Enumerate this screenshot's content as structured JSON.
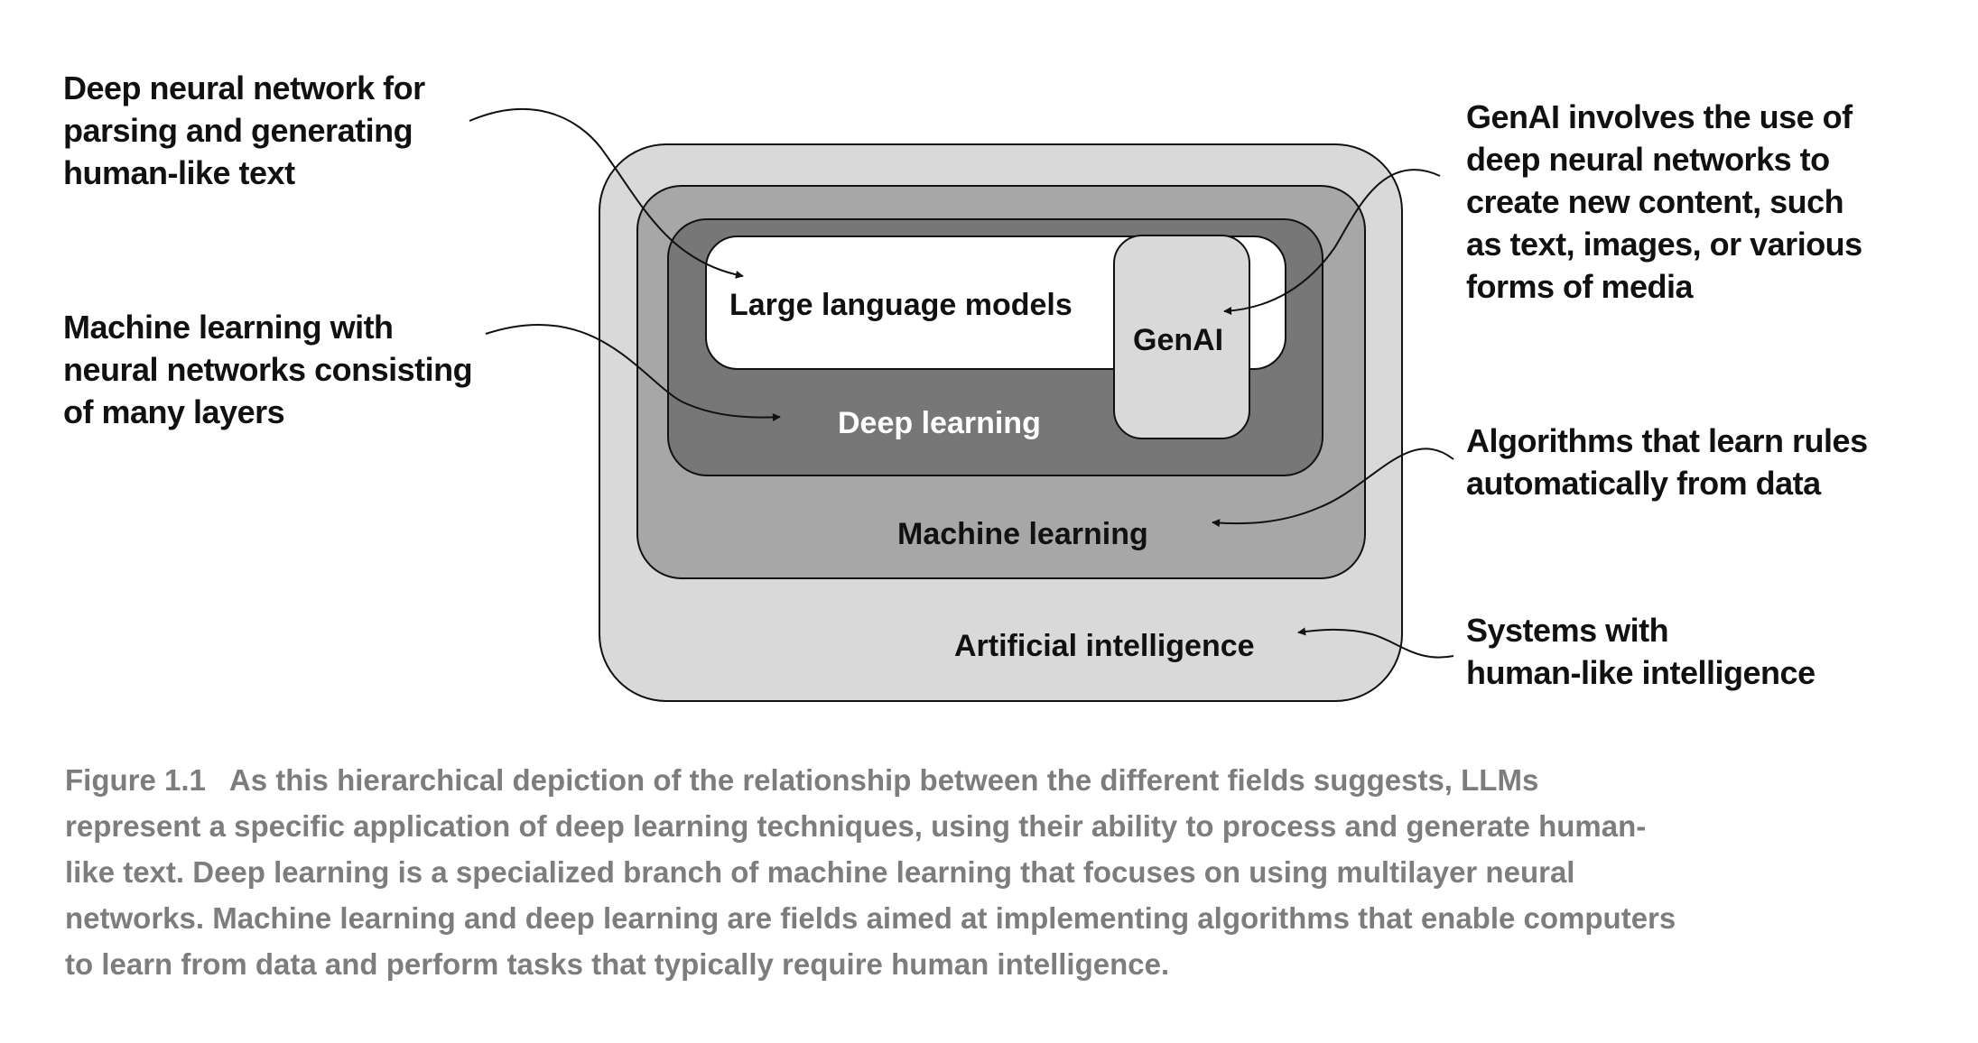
{
  "diagram": {
    "boxes": {
      "artificial_intelligence": "Artificial intelligence",
      "machine_learning": "Machine learning",
      "deep_learning": "Deep learning",
      "large_language_models": "Large language models",
      "genai": "GenAI"
    },
    "fills": {
      "artificial_intelligence": "#d9d9d9",
      "machine_learning": "#a7a7a7",
      "deep_learning": "#777777",
      "large_language_models": "#ffffff",
      "genai": "#d9d9d9"
    }
  },
  "annotations": {
    "llm": [
      "Deep neural network for",
      "parsing and generating",
      "human-like text"
    ],
    "deep_learning": [
      "Machine learning with",
      "neural networks consisting",
      "of many layers"
    ],
    "genai": [
      "GenAI involves the use of",
      "deep neural networks to",
      "create new content, such",
      "as text, images, or various",
      "forms of media"
    ],
    "machine_learning": [
      "Algorithms that learn rules",
      "automatically from data"
    ],
    "artificial_intelligence": [
      "Systems with",
      "human-like intelligence"
    ]
  },
  "caption": {
    "label": "Figure 1.1",
    "lines": [
      "As this hierarchical depiction of the relationship between the different fields suggests, LLMs",
      "represent a specific application of deep learning techniques, using their ability to process and generate human-",
      "like text. Deep learning is a specialized branch of machine learning that focuses on using multilayer neural",
      "networks. Machine learning and deep learning are fields aimed at implementing algorithms that enable computers",
      "to learn from data and perform tasks that typically require human intelligence."
    ]
  }
}
